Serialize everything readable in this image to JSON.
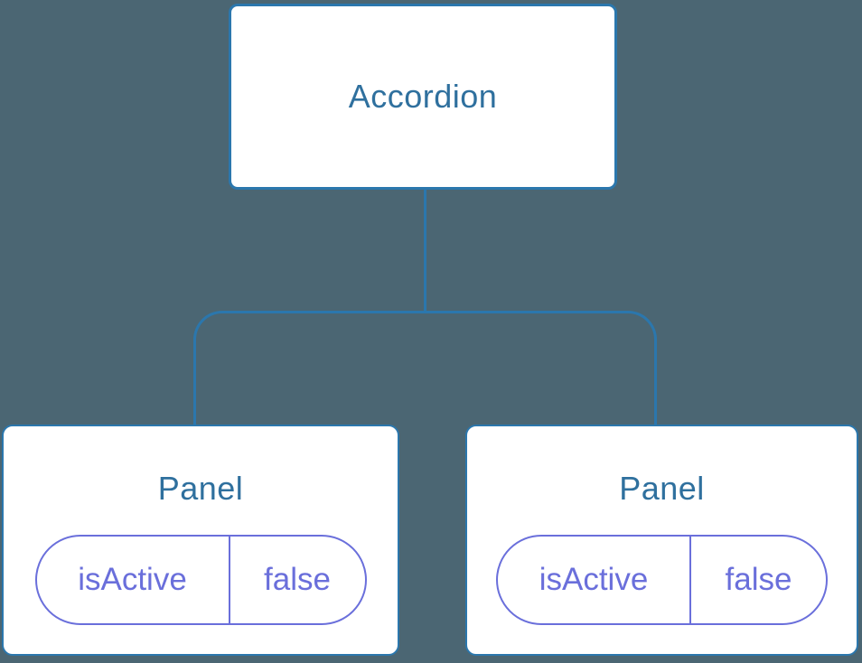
{
  "colors": {
    "bg": "#4b6673",
    "line": "#2b77ad",
    "heading": "#2f709e",
    "state": "#6a6fdb",
    "node-bg": "#ffffff"
  },
  "tree": {
    "root": {
      "label": "Accordion"
    },
    "children": [
      {
        "label": "Panel",
        "state": {
          "key": "isActive",
          "value": "false"
        }
      },
      {
        "label": "Panel",
        "state": {
          "key": "isActive",
          "value": "false"
        }
      }
    ]
  }
}
